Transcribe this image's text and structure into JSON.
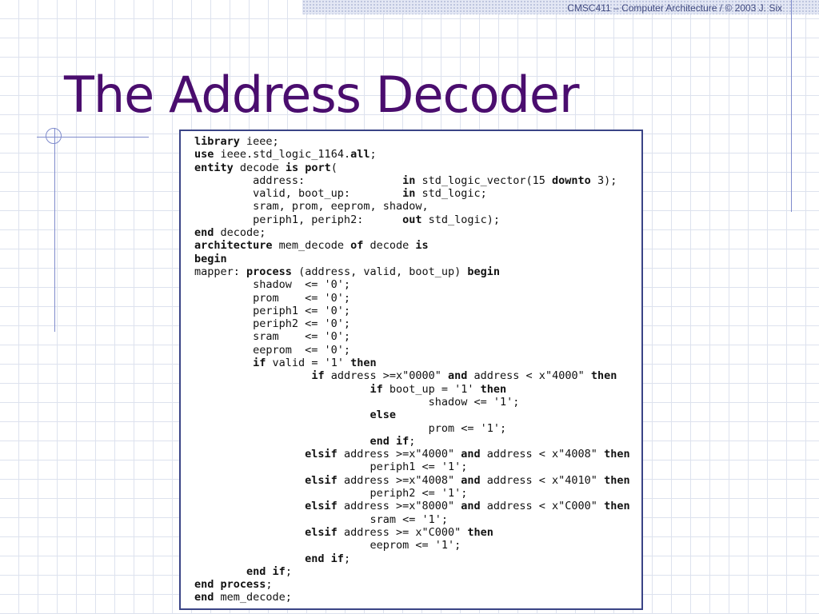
{
  "header": {
    "text": "CMSC411 – Computer Architecture / © 2003 J. Six"
  },
  "title": "The Address Decoder",
  "colors": {
    "title": "#4a0d6e",
    "header_text": "#404a80",
    "accent_lines": "#7f8bcc",
    "grid": "#dde2ee",
    "code_border": "#3a4486"
  },
  "code": {
    "language": "VHDL",
    "lines": [
      [
        {
          "t": "library",
          "b": true
        },
        {
          "t": " ieee;"
        }
      ],
      [
        {
          "t": "use",
          "b": true
        },
        {
          "t": " ieee.std_logic_1164."
        },
        {
          "t": "all",
          "b": true
        },
        {
          "t": ";"
        }
      ],
      [
        {
          "t": "entity",
          "b": true
        },
        {
          "t": " decode "
        },
        {
          "t": "is",
          "b": true
        },
        {
          "t": " "
        },
        {
          "t": "port",
          "b": true
        },
        {
          "t": "("
        }
      ],
      [
        {
          "t": "         address:               "
        },
        {
          "t": "in",
          "b": true
        },
        {
          "t": " std_logic_vector(15 "
        },
        {
          "t": "downto",
          "b": true
        },
        {
          "t": " 3);"
        }
      ],
      [
        {
          "t": "         valid, boot_up:        "
        },
        {
          "t": "in",
          "b": true
        },
        {
          "t": " std_logic;"
        }
      ],
      [
        {
          "t": "         sram, prom, eeprom, shadow,"
        }
      ],
      [
        {
          "t": "         periph1, periph2:      "
        },
        {
          "t": "out",
          "b": true
        },
        {
          "t": " std_logic);"
        }
      ],
      [
        {
          "t": "end",
          "b": true
        },
        {
          "t": " decode;"
        }
      ],
      [
        {
          "t": "architecture",
          "b": true
        },
        {
          "t": " mem_decode "
        },
        {
          "t": "of",
          "b": true
        },
        {
          "t": " decode "
        },
        {
          "t": "is",
          "b": true
        }
      ],
      [
        {
          "t": "begin",
          "b": true
        }
      ],
      [
        {
          "t": "mapper: "
        },
        {
          "t": "process",
          "b": true
        },
        {
          "t": " (address, valid, boot_up) "
        },
        {
          "t": "begin",
          "b": true
        }
      ],
      [
        {
          "t": "         shadow  <= '0';"
        }
      ],
      [
        {
          "t": "         prom    <= '0';"
        }
      ],
      [
        {
          "t": "         periph1 <= '0';"
        }
      ],
      [
        {
          "t": "         periph2 <= '0';"
        }
      ],
      [
        {
          "t": "         sram    <= '0';"
        }
      ],
      [
        {
          "t": "         eeprom  <= '0';"
        }
      ],
      [
        {
          "t": "         "
        },
        {
          "t": "if",
          "b": true
        },
        {
          "t": " valid = '1' "
        },
        {
          "t": "then",
          "b": true
        }
      ],
      [
        {
          "t": "                  "
        },
        {
          "t": "if",
          "b": true
        },
        {
          "t": " address >=x\"0000\" "
        },
        {
          "t": "and",
          "b": true
        },
        {
          "t": " address < x\"4000\" "
        },
        {
          "t": "then",
          "b": true
        }
      ],
      [
        {
          "t": "                           "
        },
        {
          "t": "if",
          "b": true
        },
        {
          "t": " boot_up = '1' "
        },
        {
          "t": "then",
          "b": true
        }
      ],
      [
        {
          "t": "                                    shadow <= '1';"
        }
      ],
      [
        {
          "t": "                           "
        },
        {
          "t": "else",
          "b": true
        }
      ],
      [
        {
          "t": "                                    prom <= '1';"
        }
      ],
      [
        {
          "t": "                           "
        },
        {
          "t": "end if",
          "b": true
        },
        {
          "t": ";"
        }
      ],
      [
        {
          "t": "                 "
        },
        {
          "t": "elsif",
          "b": true
        },
        {
          "t": " address >=x\"4000\" "
        },
        {
          "t": "and",
          "b": true
        },
        {
          "t": " address < x\"4008\" "
        },
        {
          "t": "then",
          "b": true
        }
      ],
      [
        {
          "t": "                           periph1 <= '1';"
        }
      ],
      [
        {
          "t": "                 "
        },
        {
          "t": "elsif",
          "b": true
        },
        {
          "t": " address >=x\"4008\" "
        },
        {
          "t": "and",
          "b": true
        },
        {
          "t": " address < x\"4010\" "
        },
        {
          "t": "then",
          "b": true
        }
      ],
      [
        {
          "t": "                           periph2 <= '1';"
        }
      ],
      [
        {
          "t": "                 "
        },
        {
          "t": "elsif",
          "b": true
        },
        {
          "t": " address >=x\"8000\" "
        },
        {
          "t": "and",
          "b": true
        },
        {
          "t": " address < x\"C000\" "
        },
        {
          "t": "then",
          "b": true
        }
      ],
      [
        {
          "t": "                           sram <= '1';"
        }
      ],
      [
        {
          "t": "                 "
        },
        {
          "t": "elsif",
          "b": true
        },
        {
          "t": " address >= x\"C000\" "
        },
        {
          "t": "then",
          "b": true
        }
      ],
      [
        {
          "t": "                           eeprom <= '1';"
        }
      ],
      [
        {
          "t": "                 "
        },
        {
          "t": "end if",
          "b": true
        },
        {
          "t": ";"
        }
      ],
      [
        {
          "t": "        "
        },
        {
          "t": "end if",
          "b": true
        },
        {
          "t": ";"
        }
      ],
      [
        {
          "t": "end process",
          "b": true
        },
        {
          "t": ";"
        }
      ],
      [
        {
          "t": "end",
          "b": true
        },
        {
          "t": " mem_decode;"
        }
      ]
    ]
  }
}
